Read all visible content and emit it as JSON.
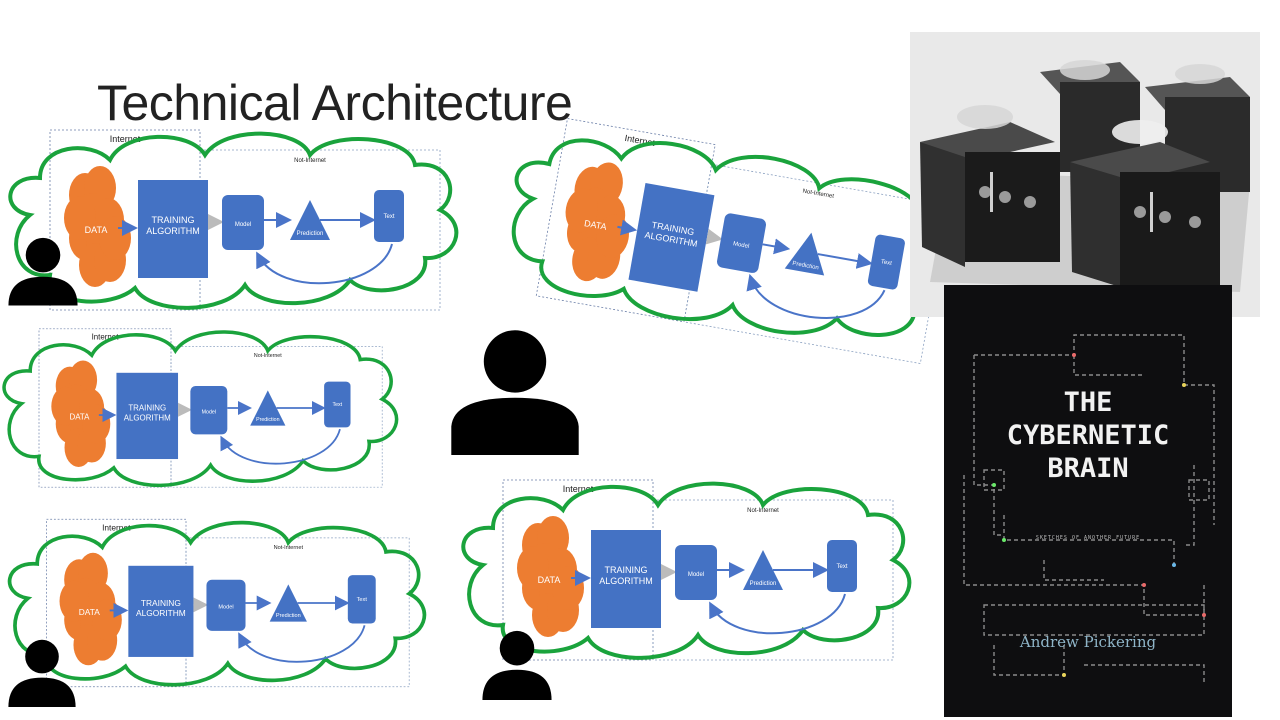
{
  "slide": {
    "title": "Technical Architecture"
  },
  "diagram": {
    "internet_label": "Internet",
    "not_internet_label": "Not-Internet",
    "data_label": "DATA",
    "training_label_1": "TRAINING",
    "training_label_2": "ALGORITHM",
    "model_label": "Model",
    "prediction_label": "Prediction",
    "text_label": "Text"
  },
  "book": {
    "title_line_1": "THE",
    "title_line_2": "CYBERNETIC",
    "title_line_3": "BRAIN",
    "subtitle": "SKETCHES OF ANOTHER FUTURE",
    "author": "Andrew Pickering"
  },
  "colors": {
    "cloud": "#1aa33c",
    "blue": "#4472c4",
    "orange": "#ed7d31",
    "arrow": "#4a74c8"
  }
}
